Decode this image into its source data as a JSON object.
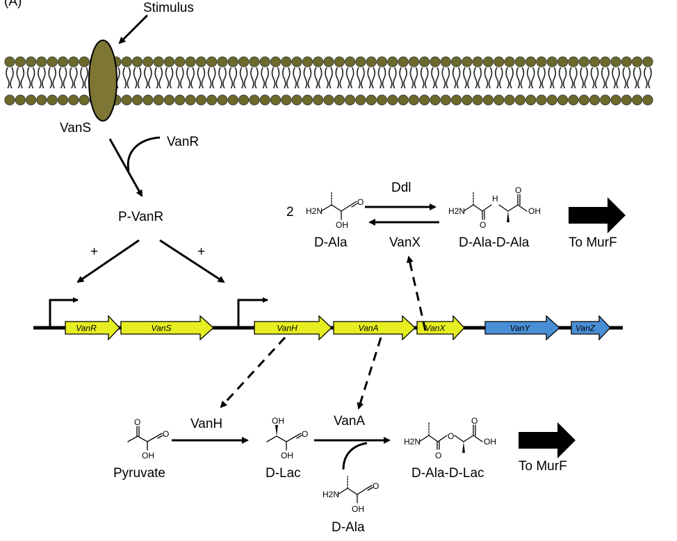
{
  "panel_label": "(A)",
  "membrane": {
    "stimulus": "Stimulus",
    "receptor": "VanS"
  },
  "signaling": {
    "regulator": "VanR",
    "phospho_regulator": "P-VanR",
    "activation_left": "+",
    "activation_right": "+"
  },
  "operon": {
    "genes": [
      {
        "label": "VanR",
        "color": "#e6ee22"
      },
      {
        "label": "VanS",
        "color": "#e6ee22"
      },
      {
        "label": "VanH",
        "color": "#e6ee22"
      },
      {
        "label": "VanA",
        "color": "#e6ee22"
      },
      {
        "label": "VanX",
        "color": "#e6ee22"
      },
      {
        "label": "VanY",
        "color": "#4a8fd6"
      },
      {
        "label": "VanZ",
        "color": "#4a8fd6"
      }
    ]
  },
  "normal_pathway": {
    "coefficient": "2",
    "substrate": "D-Ala",
    "forward_enzyme": "Ddl",
    "reverse_enzyme": "VanX",
    "product": "D-Ala-D-Ala",
    "destination": "To MurF"
  },
  "resistance_pathway": {
    "start": "Pyruvate",
    "enzyme1": "VanH",
    "intermediate": "D-Lac",
    "enzyme2": "VanA",
    "cosubstrate": "D-Ala",
    "product": "D-Ala-D-Lac",
    "destination": "To MurF"
  },
  "atom_labels": {
    "oh": "OH",
    "o": "O",
    "h2n": "H2N",
    "nh": "H"
  },
  "colors": {
    "lipid_head": "#6b6a2c",
    "vans_protein": "#7d7634",
    "yellow_gene": "#e6ee22",
    "blue_gene": "#4a8fd6"
  }
}
